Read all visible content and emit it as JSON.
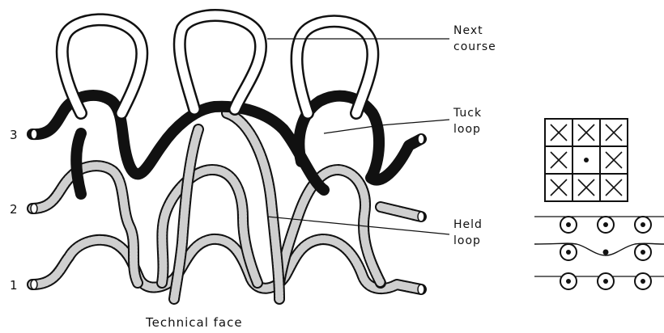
{
  "labels": {
    "next_course": [
      "Next",
      "course"
    ],
    "tuck_loop": [
      "Tuck",
      "loop"
    ],
    "held_loop": [
      "Held",
      "loop"
    ],
    "caption": "Technical   face"
  },
  "course_numbers": [
    "3",
    "2",
    "1"
  ],
  "notation": {
    "grid": [
      [
        "knit",
        "knit",
        "knit"
      ],
      [
        "knit",
        "tuck",
        "knit"
      ],
      [
        "knit",
        "knit",
        "knit"
      ]
    ],
    "needle_rows": 3
  },
  "colors": {
    "outline": "#111111",
    "course_3_yarn": "#111111",
    "course_2_yarn": "#cfcfcf",
    "course_1_yarn": "#cfcfcf",
    "next_course_yarn": "#ffffff"
  }
}
